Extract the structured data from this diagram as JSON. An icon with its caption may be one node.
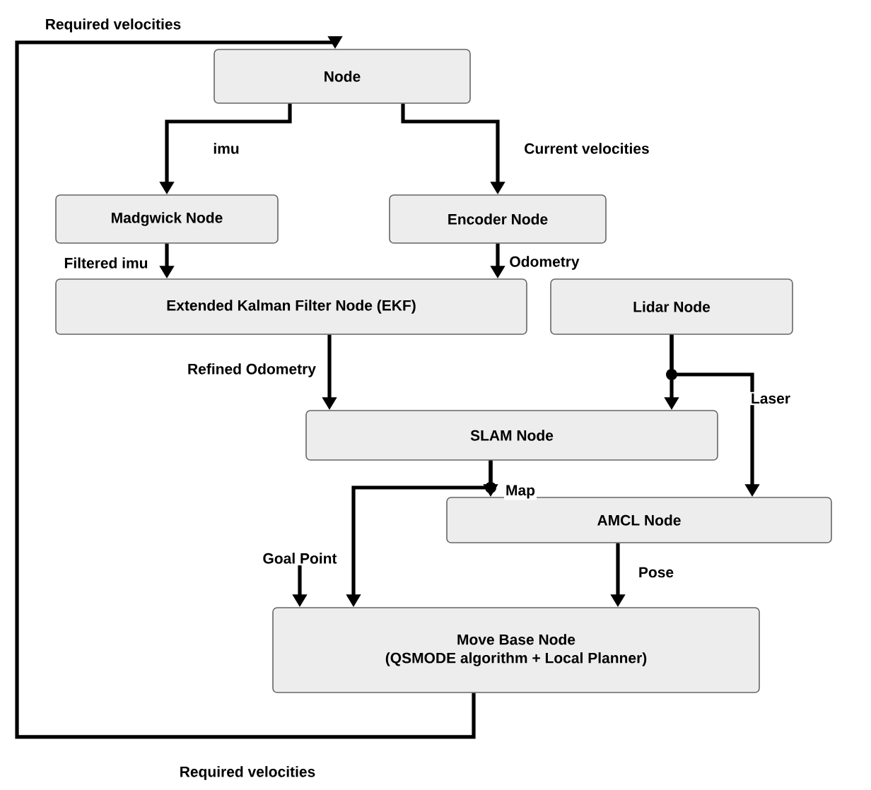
{
  "diagram": {
    "nodes": [
      {
        "text": [
          "Node"
        ]
      },
      {
        "text": [
          "Madgwick Node"
        ]
      },
      {
        "text": [
          "Encoder Node"
        ]
      },
      {
        "text": [
          "Extended Kalman Filter Node (EKF)"
        ]
      },
      {
        "text": [
          "Lidar Node"
        ]
      },
      {
        "text": [
          "SLAM Node"
        ]
      },
      {
        "text": [
          "AMCL Node"
        ]
      },
      {
        "text": [
          "Move Base Node",
          "(QSMODE algorithm + Local Planner)"
        ]
      },
      {
        "text": [
          "Goal Point"
        ]
      }
    ],
    "edges": [
      {
        "from": 0,
        "to": 1,
        "arrow": "to",
        "label": "imu"
      },
      {
        "from": 0,
        "to": 2,
        "arrow": "to",
        "label": "Current velocities"
      },
      {
        "from": 1,
        "to": 3,
        "arrow": "to",
        "label": "Filtered imu"
      },
      {
        "from": 2,
        "to": 3,
        "arrow": "to",
        "label": "Odometry"
      },
      {
        "from": 3,
        "to": 5,
        "arrow": "to",
        "label": "Refined Odometry"
      },
      {
        "from": 4,
        "to": 5,
        "arrow": "to"
      },
      {
        "from": 4,
        "to": 6,
        "arrow": "to",
        "label": "Laser"
      },
      {
        "from": 5,
        "to": 6,
        "arrow": "to",
        "label": "Map"
      },
      {
        "from": 5,
        "to": 7,
        "arrow": "to"
      },
      {
        "from": 6,
        "to": 7,
        "arrow": "to",
        "label": "Pose"
      },
      {
        "from": 8,
        "to": 7,
        "arrow": "to"
      },
      {
        "from": 7,
        "to": 0,
        "arrow": "to",
        "label": "Required velocities"
      }
    ],
    "labels": [
      "Required velocities"
    ]
  }
}
